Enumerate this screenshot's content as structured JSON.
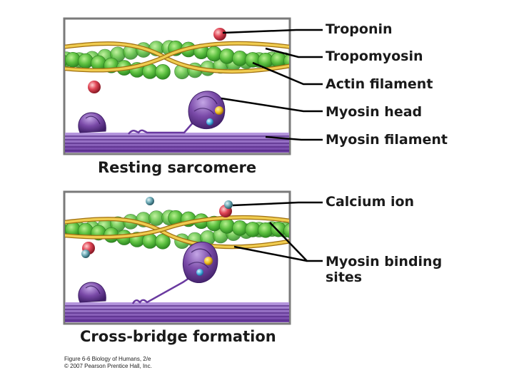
{
  "labels": {
    "troponin": "Troponin",
    "tropomyosin": "Tropomyosin",
    "actin_filament": "Actin filament",
    "myosin_head": "Myosin head",
    "myosin_filament": "Myosin filament",
    "calcium_ion": "Calcium ion",
    "myosin_binding_sites_1": "Myosin binding",
    "myosin_binding_sites_2": "sites"
  },
  "captions": {
    "top": "Resting sarcomere",
    "bottom": "Cross-bridge formation"
  },
  "credit": {
    "line1": "Figure 6-6 Biology of Humans, 2/e",
    "line2": "© 2007 Pearson Prentice Hall, Inc."
  },
  "colors": {
    "actin_green": "#5cc040",
    "tropomyosin_gold": "#e8c040",
    "troponin_red": "#d23a4a",
    "myosin_purple": "#7a4aa8",
    "calcium_teal": "#5a9aa8",
    "binding_site_blue": "#4ab0e0",
    "binding_site_yellow": "#f0c020",
    "panel_border": "#7a7a7a"
  }
}
